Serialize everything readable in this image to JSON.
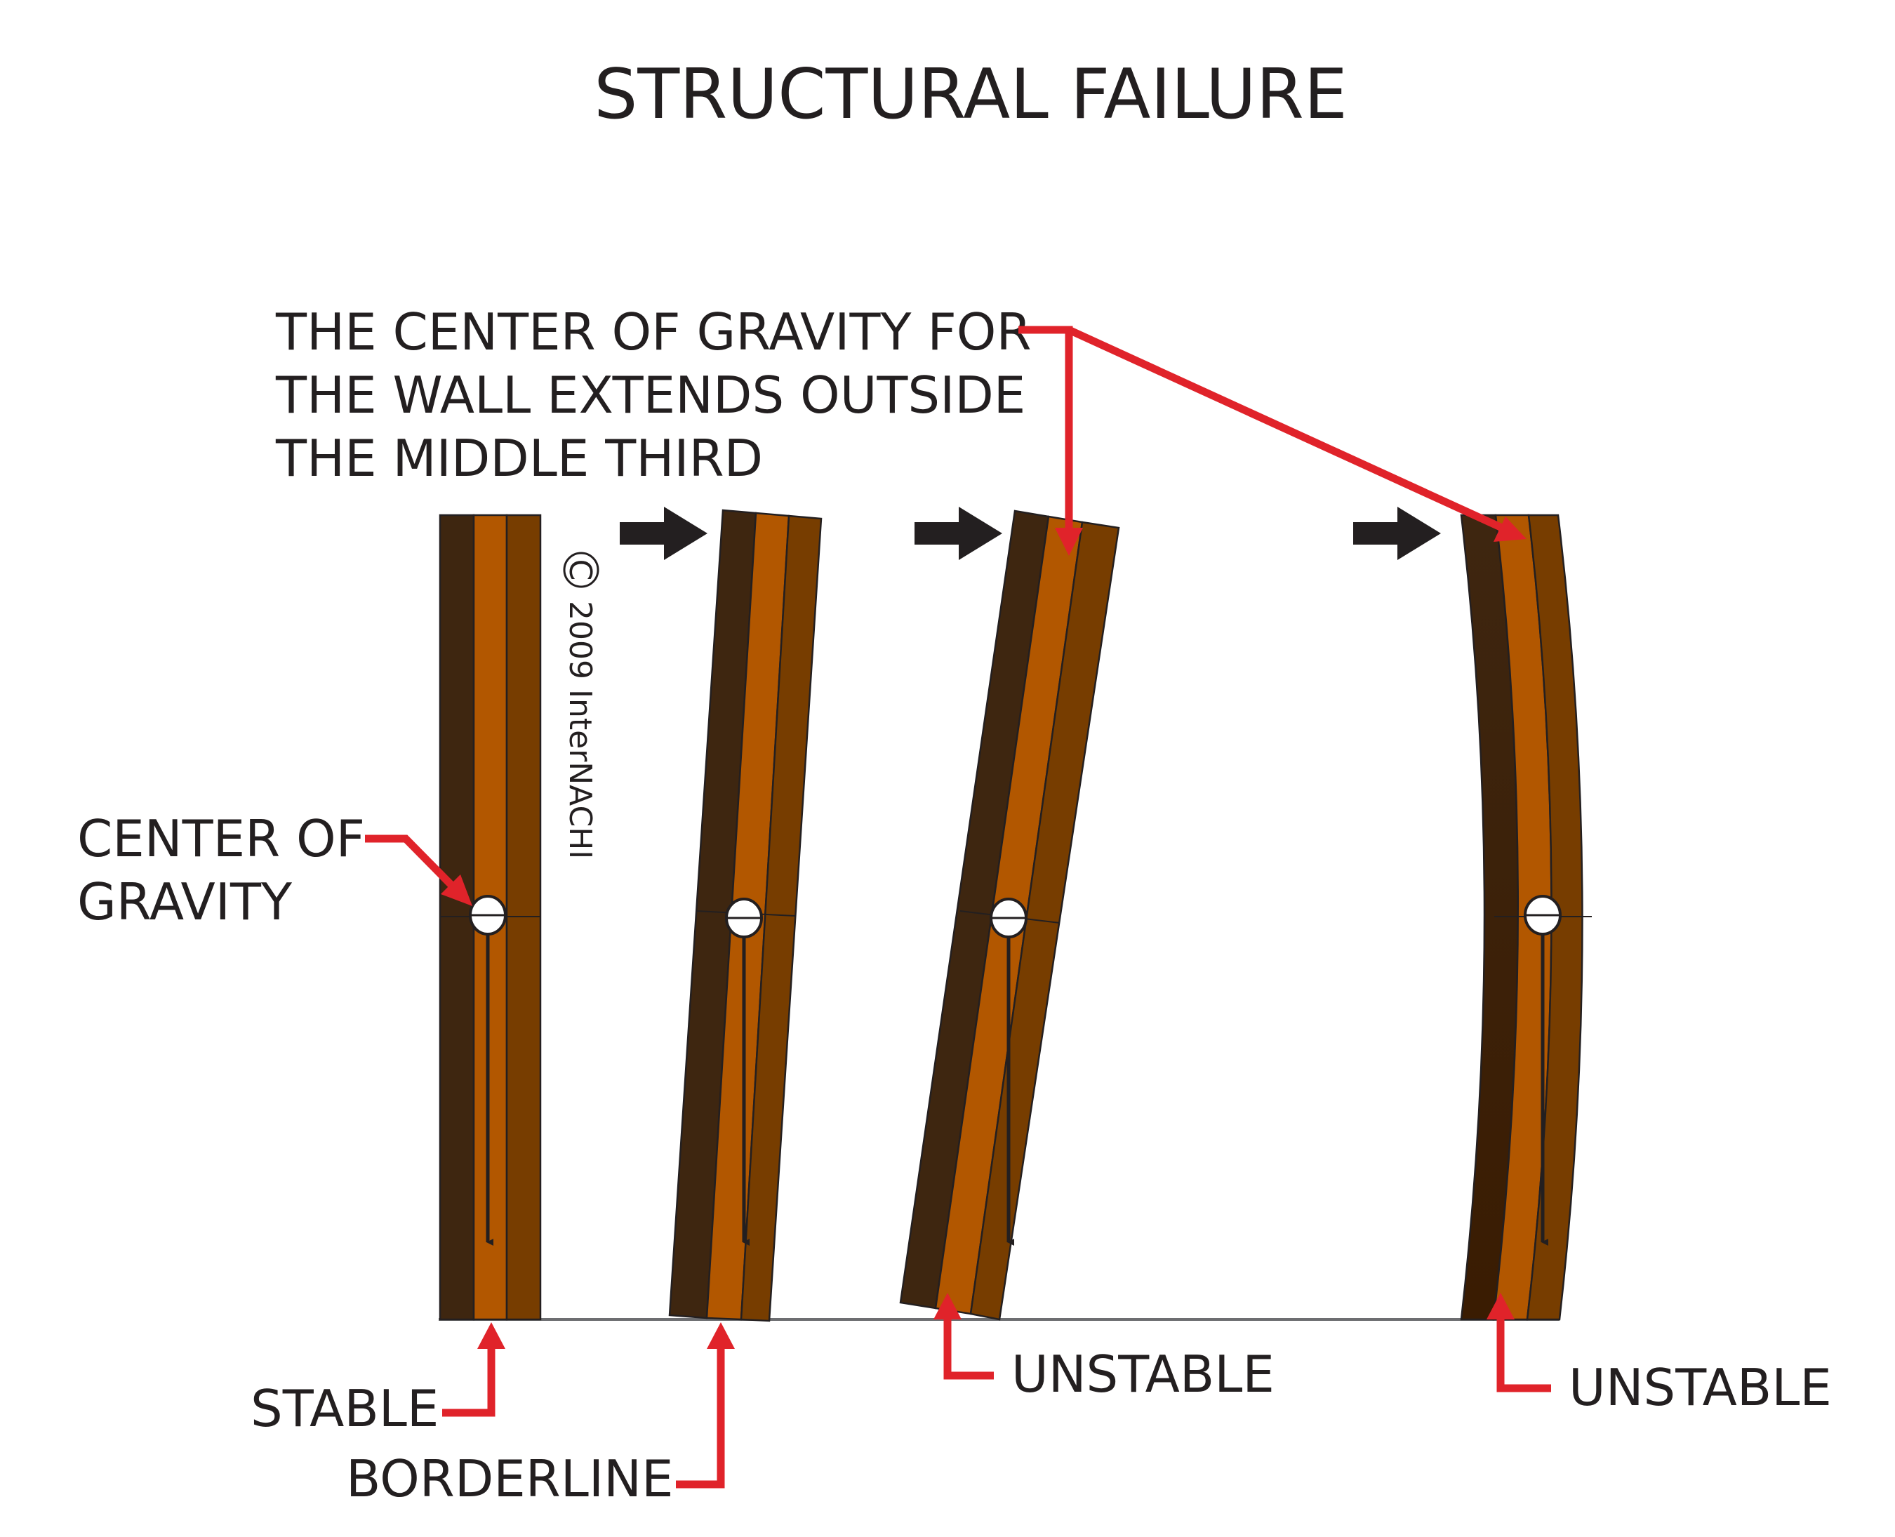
{
  "title": "STRUCTURAL FAILURE",
  "copyright": "2009 InterNACHI",
  "copyright_symbol": "C",
  "labels": {
    "cog_outside_line1": "THE CENTER OF GRAVITY FOR",
    "cog_outside_line2": "THE WALL EXTENDS OUTSIDE",
    "cog_outside_line3": "THE MIDDLE THIRD",
    "center_of_gravity_line1": "CENTER OF",
    "center_of_gravity_line2": "GRAVITY",
    "stable": "STABLE",
    "borderline": "BORDERLINE",
    "unstable_1": "UNSTABLE",
    "unstable_2": "UNSTABLE"
  },
  "colors": {
    "wall_dark": "#3e2610",
    "wall_middle": "#b25700",
    "wall_right": "#773d00",
    "wall_dark_bottom": "#3a1c02",
    "callout_red": "#e0232a",
    "arrow_black": "#231f20",
    "ground_line": "#6d6e71"
  },
  "icons": {
    "push_arrow": "push-arrow-icon",
    "center_of_gravity_marker": "cg-circle-icon",
    "gravity_arrow": "down-arrow-icon"
  }
}
